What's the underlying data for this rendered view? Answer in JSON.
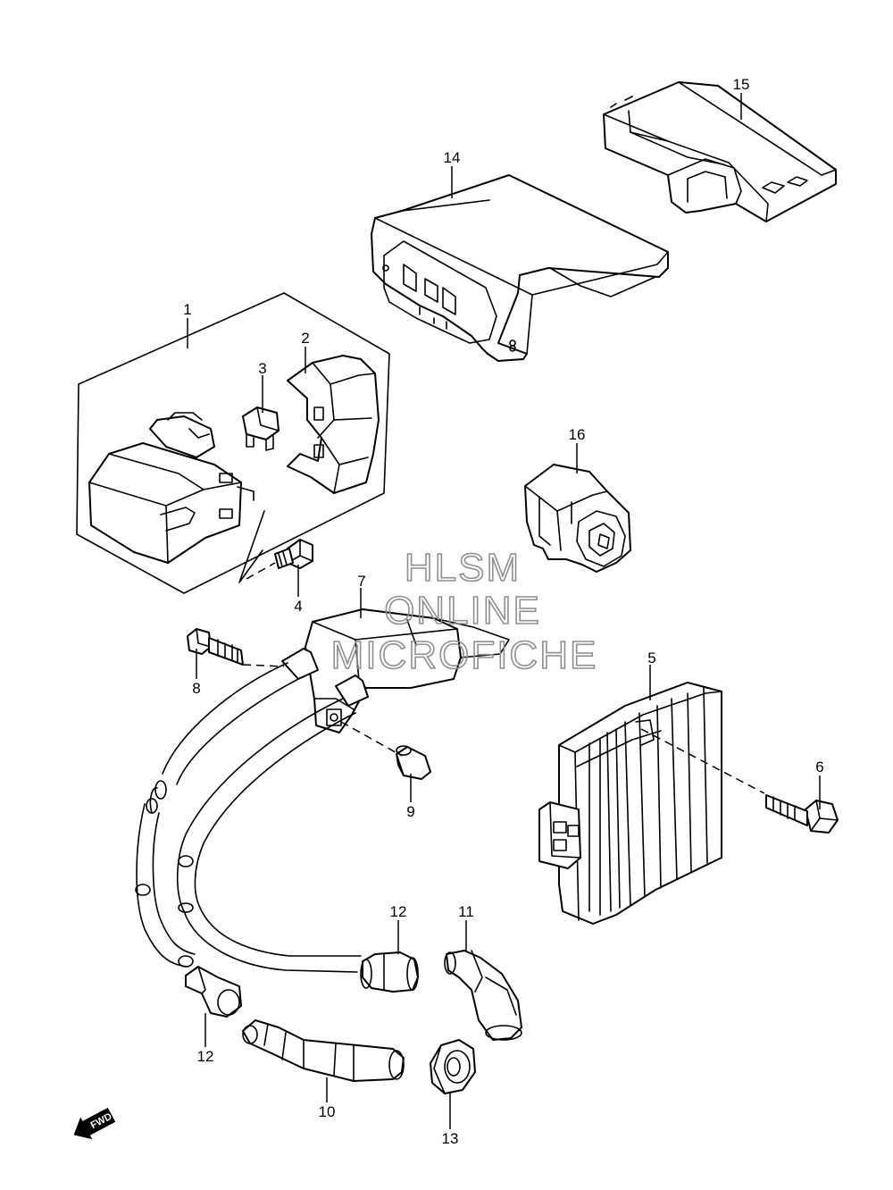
{
  "diagram": {
    "callouts": [
      {
        "id": "1",
        "text": "1"
      },
      {
        "id": "2",
        "text": "2"
      },
      {
        "id": "3",
        "text": "3"
      },
      {
        "id": "4",
        "text": "4"
      },
      {
        "id": "5",
        "text": "5"
      },
      {
        "id": "6",
        "text": "6"
      },
      {
        "id": "7",
        "text": "7"
      },
      {
        "id": "8",
        "text": "8"
      },
      {
        "id": "9",
        "text": "9"
      },
      {
        "id": "10",
        "text": "10"
      },
      {
        "id": "11",
        "text": "11"
      },
      {
        "id": "12a",
        "text": "12"
      },
      {
        "id": "12b",
        "text": "12"
      },
      {
        "id": "13",
        "text": "13"
      },
      {
        "id": "14",
        "text": "14"
      },
      {
        "id": "15",
        "text": "15"
      },
      {
        "id": "16",
        "text": "16"
      }
    ],
    "watermark": {
      "line1": "HLSM",
      "line2": "ONLINE",
      "line3": "MICROFICHE"
    },
    "fwd_badge": "FWD"
  }
}
